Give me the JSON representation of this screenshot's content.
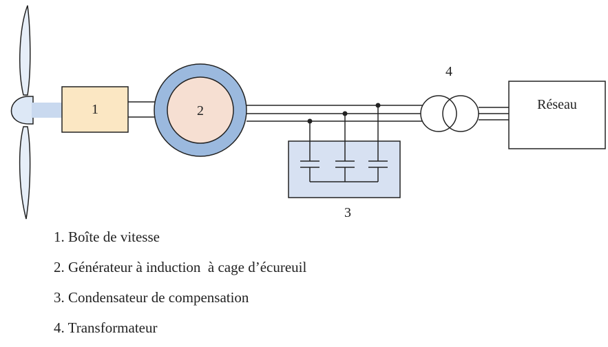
{
  "diagram": {
    "gearbox_label": "1",
    "generator_label": "2",
    "capacitor_label": "3",
    "transformer_label": "4",
    "grid_label": "Réseau"
  },
  "colors": {
    "gearbox_fill": "#fbe7c3",
    "generator_ring": "#9bb9de",
    "generator_core": "#f6dfd2",
    "capacitor_box": "#d7e1f2",
    "hub_fill": "#dde8f6",
    "line": "#222222"
  },
  "legend": {
    "items": [
      "1. Boîte de vitesse",
      "2. Générateur à induction  à cage d’écureuil",
      "3. Condensateur de compensation",
      "4. Transformateur"
    ]
  }
}
